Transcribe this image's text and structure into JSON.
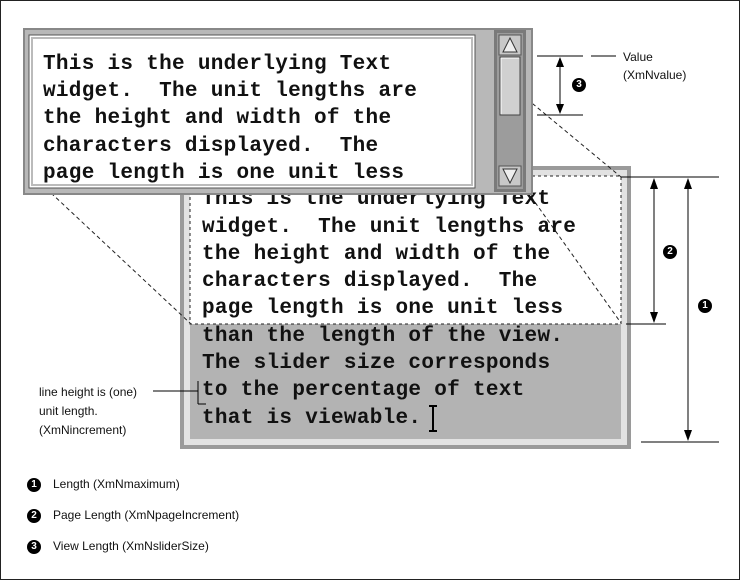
{
  "value_label": {
    "line1": "Value",
    "line2": "(XmNvalue)"
  },
  "increment_label": {
    "line1": "line height is (one)",
    "line2": "unit length.",
    "line3": "(XmNincrement)"
  },
  "text_lines": [
    "This is the underlying Text",
    "widget.  The unit lengths are",
    "the height and width of the",
    "characters displayed.  The",
    "page length is one unit less",
    "than the length of the view.",
    "The slider size corresponds",
    "to the percentage of text",
    "that is viewable."
  ],
  "legend": [
    {
      "number": "1",
      "text": "Length (XmNmaximum)"
    },
    {
      "number": "2",
      "text": "Page Length (XmNpageIncrement)"
    },
    {
      "number": "3",
      "text": "View Length (XmNsliderSize)"
    }
  ]
}
